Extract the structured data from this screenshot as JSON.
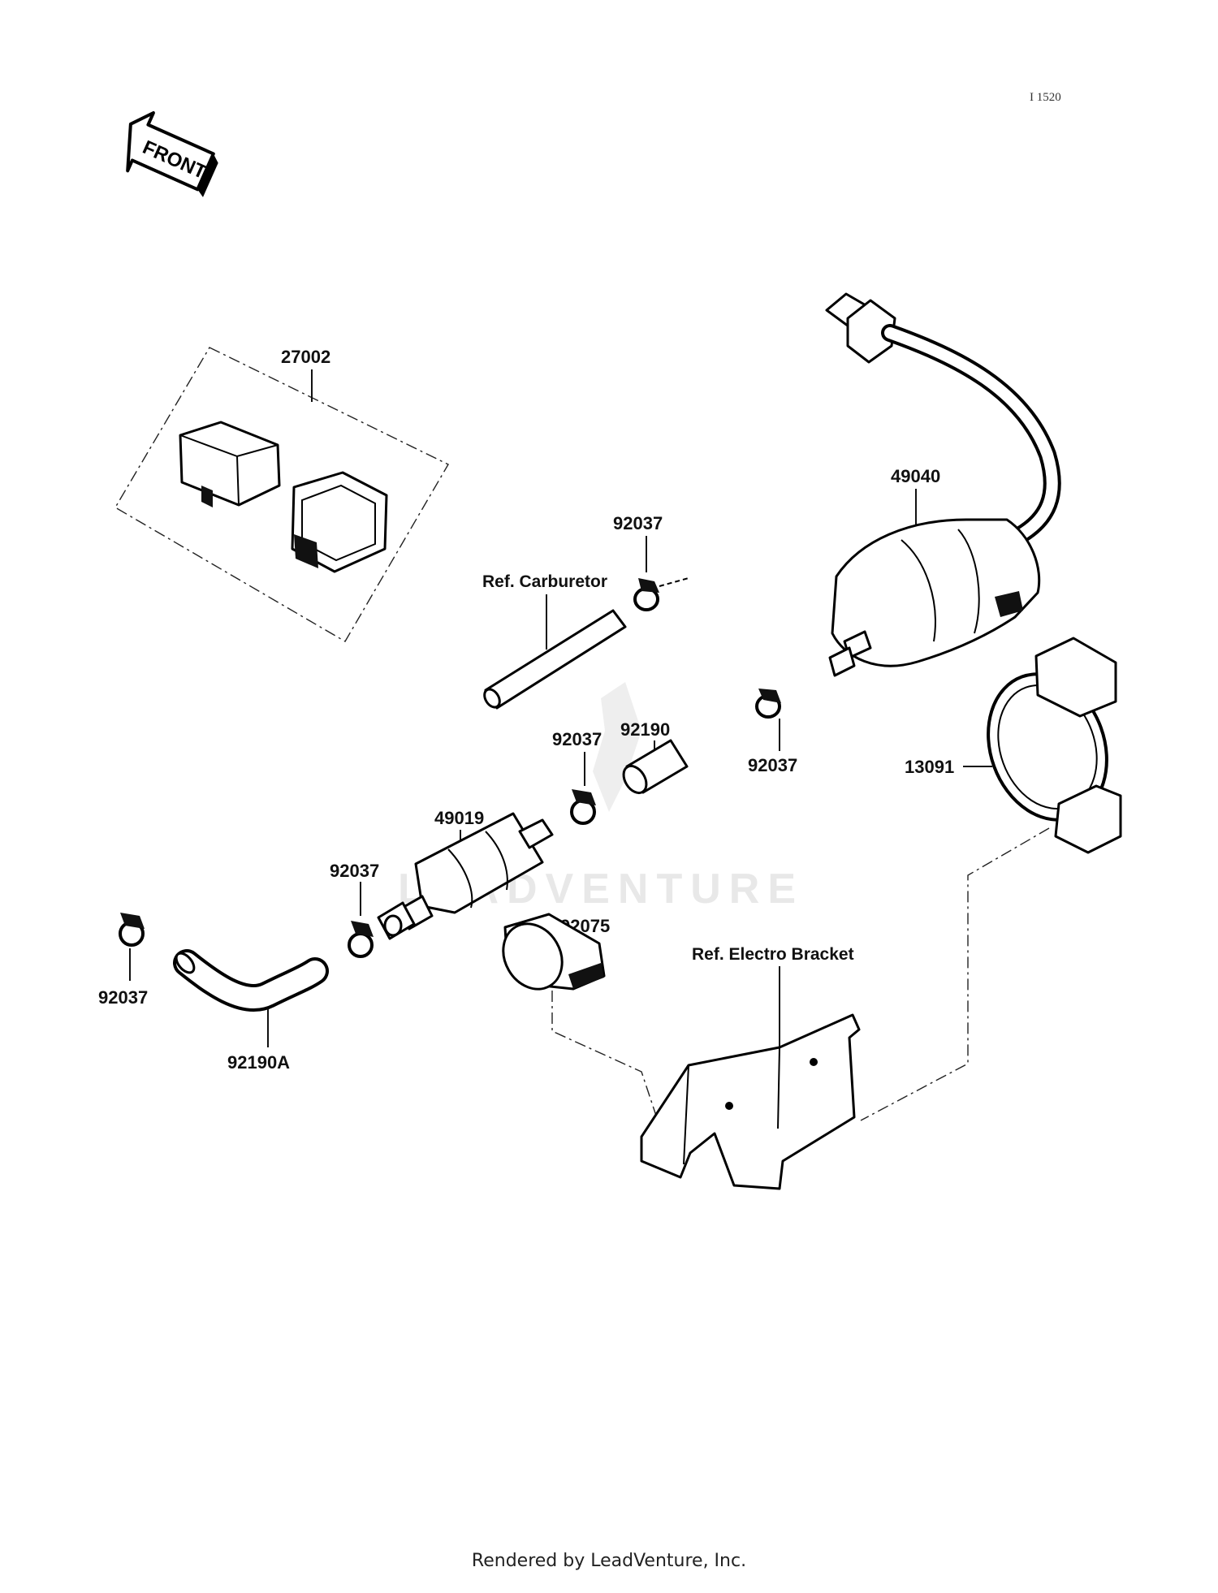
{
  "diagram": {
    "id": "I 1520",
    "front_label": "FRONT",
    "watermark": "LEADVENTURE",
    "footer": "Rendered by LeadVenture, Inc."
  },
  "callouts": {
    "p27002": "27002",
    "p49040": "49040",
    "p92037_top": "92037",
    "ref_carburetor": "Ref. Carburetor",
    "p92037_mid": "92037",
    "p92190": "92190",
    "p92037_right": "92037",
    "p13091": "13091",
    "p49019": "49019",
    "p92037_filter": "92037",
    "p92037_left": "92037",
    "p92075": "92075",
    "ref_electro_bracket": "Ref. Electro Bracket",
    "p92190A": "92190A"
  }
}
